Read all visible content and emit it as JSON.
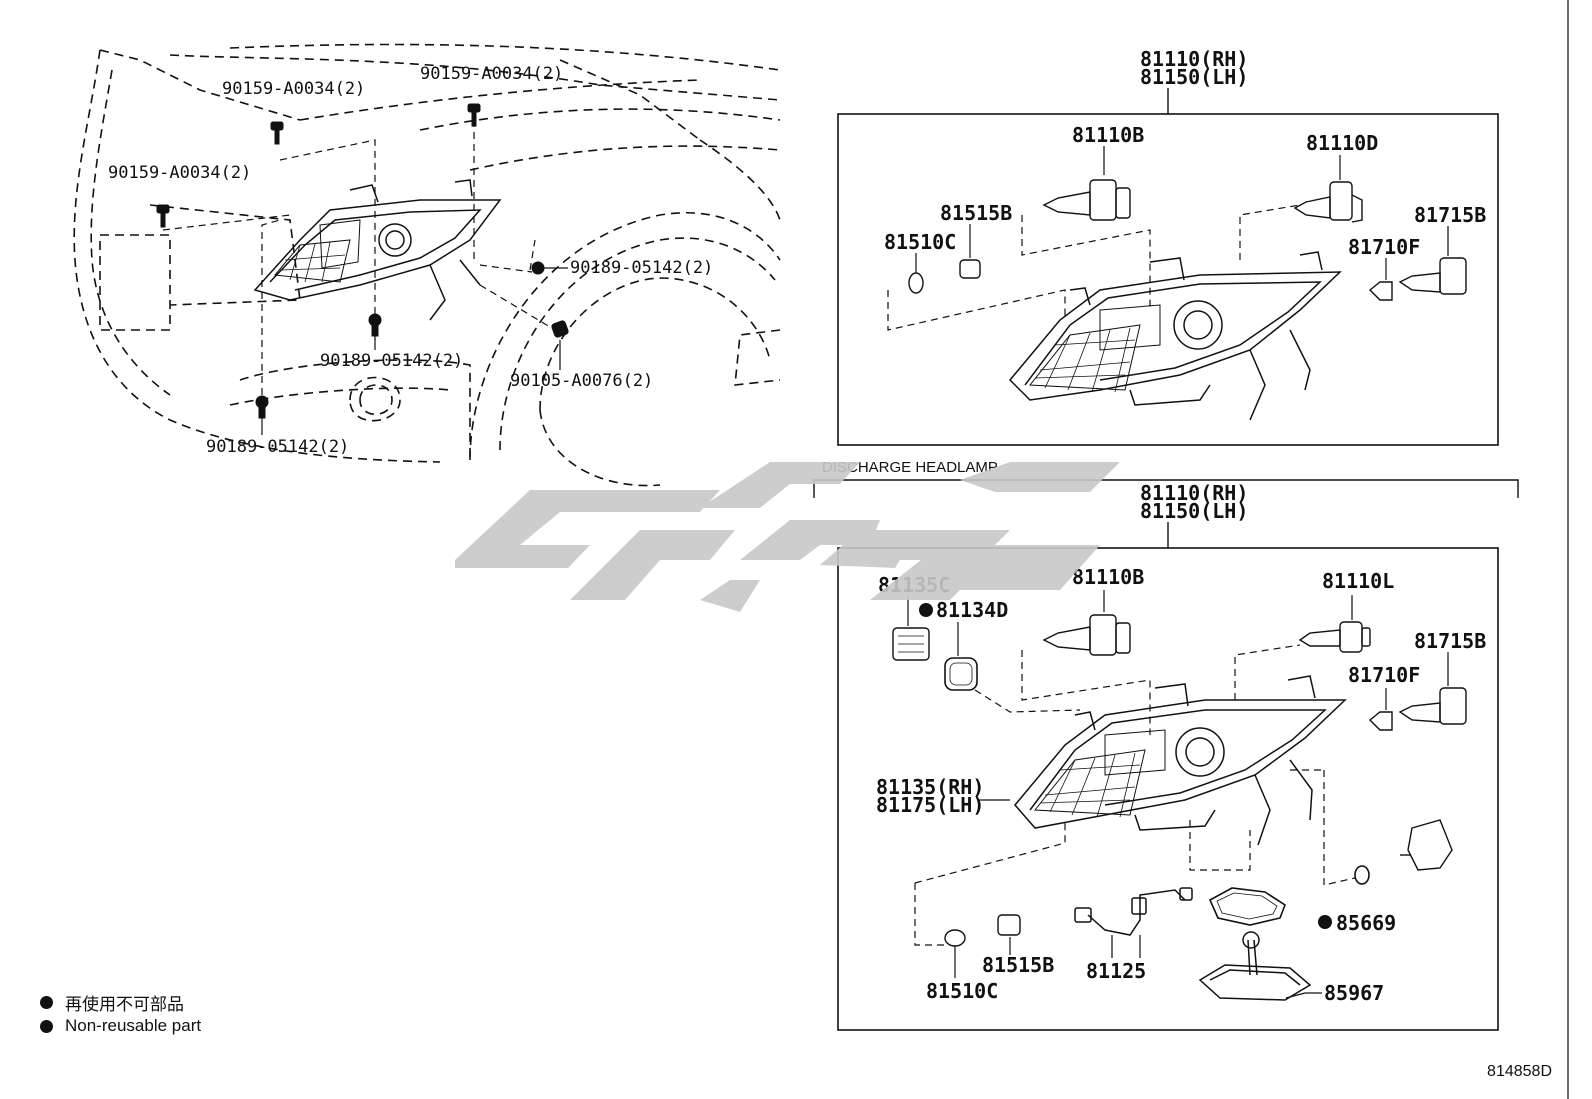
{
  "upper_left": {
    "labels": [
      "90159-A0034(2)",
      "90159-A0034(2)",
      "90159-A0034(2)",
      "90189-05142(2)",
      "90189-05142(2)",
      "90105-A0076(2)",
      "90189-05142(2)"
    ]
  },
  "halogen_assembly": {
    "title_rh": "81110(RH)",
    "title_lh": "81150(LH)",
    "parts": [
      "81110B",
      "81110D",
      "81515B",
      "81510C",
      "81715B",
      "81710F"
    ]
  },
  "discharge_section": {
    "heading": "DISCHARGE HEADLAMP",
    "title_rh": "81110(RH)",
    "title_lh": "81150(LH)",
    "parts": [
      "81135C",
      "81134D",
      "81110B",
      "81110L",
      "81715B",
      "81710F",
      "81135(RH)",
      "81175(LH)",
      "85669",
      "81515B",
      "81125",
      "81510C",
      "85967"
    ]
  },
  "legend": {
    "line1": "再使用不可部品",
    "line2": "Non-reusable part"
  },
  "diagram_code": "814858D",
  "watermark_color": "#c8c8c8"
}
